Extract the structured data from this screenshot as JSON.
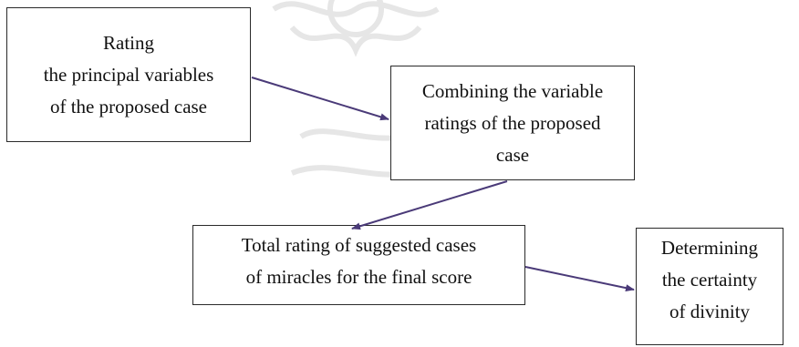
{
  "boxes": {
    "rating_variables": {
      "lines": [
        "Rating",
        "the principal variables",
        "of the proposed case"
      ]
    },
    "combining_ratings": {
      "lines": [
        "Combining the variable",
        "ratings of the proposed",
        "case"
      ]
    },
    "total_rating": {
      "lines": [
        "Total rating of suggested cases",
        "of miracles for the final score"
      ]
    },
    "certainty": {
      "lines": [
        "Determining",
        "the certainty",
        "of divinity"
      ]
    }
  },
  "colors": {
    "arrow": "#4a3a78",
    "border": "#2a2a2a",
    "watermark": "#e6e6e6"
  }
}
